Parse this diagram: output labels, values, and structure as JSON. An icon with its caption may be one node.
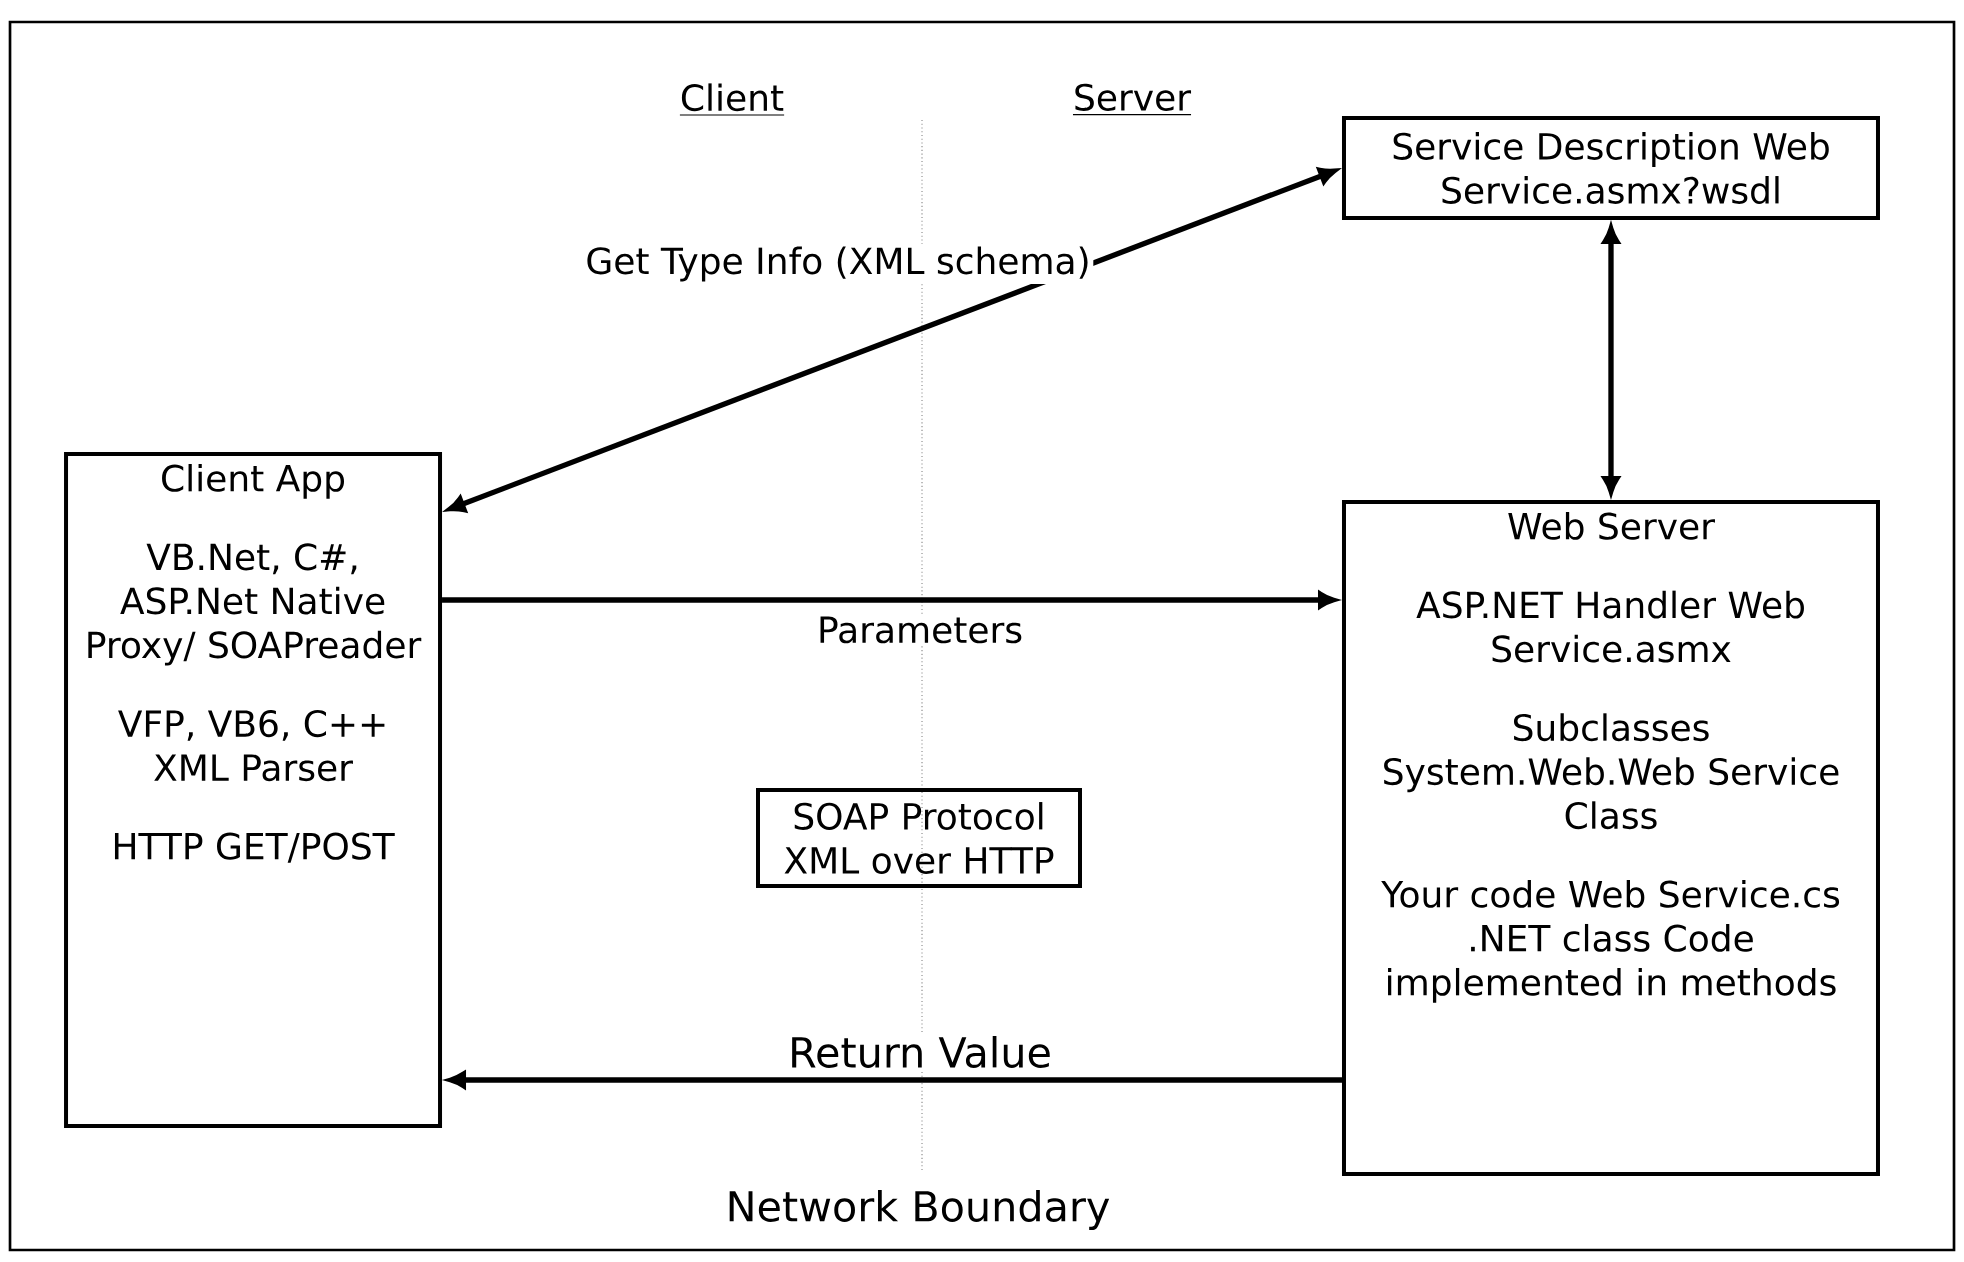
{
  "diagram": {
    "nodes": [
      {
        "text": [
          "Service Description Web Service.asmx?wsdl"
        ]
      },
      {
        "text": [
          "Client App",
          "VB.Net, C#, ASP.Net Native Proxy/ SOAPreader",
          "VFP, VB6, C++ XML Parser",
          "HTTP GET/POST"
        ]
      },
      {
        "text": [
          "Web Server",
          "ASP.NET Handler Web Service.asmx",
          "Subclasses System.Web.Web Service Class",
          "Your code Web Service.cs .NET class Code implemented in methods"
        ]
      },
      {
        "text": [
          "SOAP Protocol XML over HTTP"
        ]
      }
    ],
    "edges": [
      {
        "from": 1,
        "to": 0,
        "arrow": "both",
        "label": "Get Type Info (XML schema)"
      },
      {
        "from": 0,
        "to": 2,
        "arrow": "both"
      },
      {
        "from": 1,
        "to": 2,
        "arrow": "to",
        "label": "Parameters"
      },
      {
        "from": 2,
        "to": 1,
        "arrow": "to",
        "label": "Return Value"
      }
    ],
    "labels": [
      "Client",
      "Server",
      "Network Boundary"
    ]
  }
}
